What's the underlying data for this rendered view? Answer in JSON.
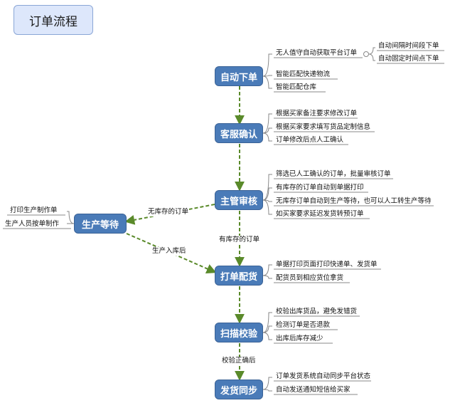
{
  "title": "订单流程",
  "nodes": {
    "auto_order": "自动下单",
    "cs_confirm": "客服确认",
    "supervisor_review": "主管审核",
    "production_wait": "生产等待",
    "print_pick": "打单配货",
    "scan_verify": "扫描校验",
    "ship_sync": "发货同步"
  },
  "leaves": {
    "auto_order": [
      "无人值守自动获取平台订单",
      "智能匹配快递物流",
      "智能匹配仓库"
    ],
    "auto_order_sub": [
      "自动间隔时间段下单",
      "自动固定时间点下单"
    ],
    "cs_confirm": [
      "根据买家备注要求修改订单",
      "根据买家要求填写货品定制信息",
      "订单修改后点人工确认"
    ],
    "supervisor_review": [
      "筛选已人工确认的订单，批量审核订单",
      "有库存的订单自动到单据打印",
      "无库存订单自动到生产等待，也可以人工转生产等待",
      "如买家要求延迟发货转预订单"
    ],
    "production_wait": [
      "打印生产制作单",
      "生产人员按单制作"
    ],
    "print_pick": [
      "单据打印页面打印快递单、发货单",
      "配货员到相应货位拿货"
    ],
    "scan_verify": [
      "校验出库货品，避免发错货",
      "检测订单是否退款",
      "出库后库存减少"
    ],
    "ship_sync": [
      "订单发货系统自动同步平台状态",
      "自动发送通知短信给买家"
    ]
  },
  "edge_labels": {
    "no_stock": "无库存的订单",
    "has_stock": "有库存的订单",
    "after_production": "生产入库后",
    "after_verify": "校验正确后"
  },
  "colors": {
    "node_fill": "#4a7bb8",
    "arrow": "#5a8a2a",
    "connector": "#888888"
  }
}
